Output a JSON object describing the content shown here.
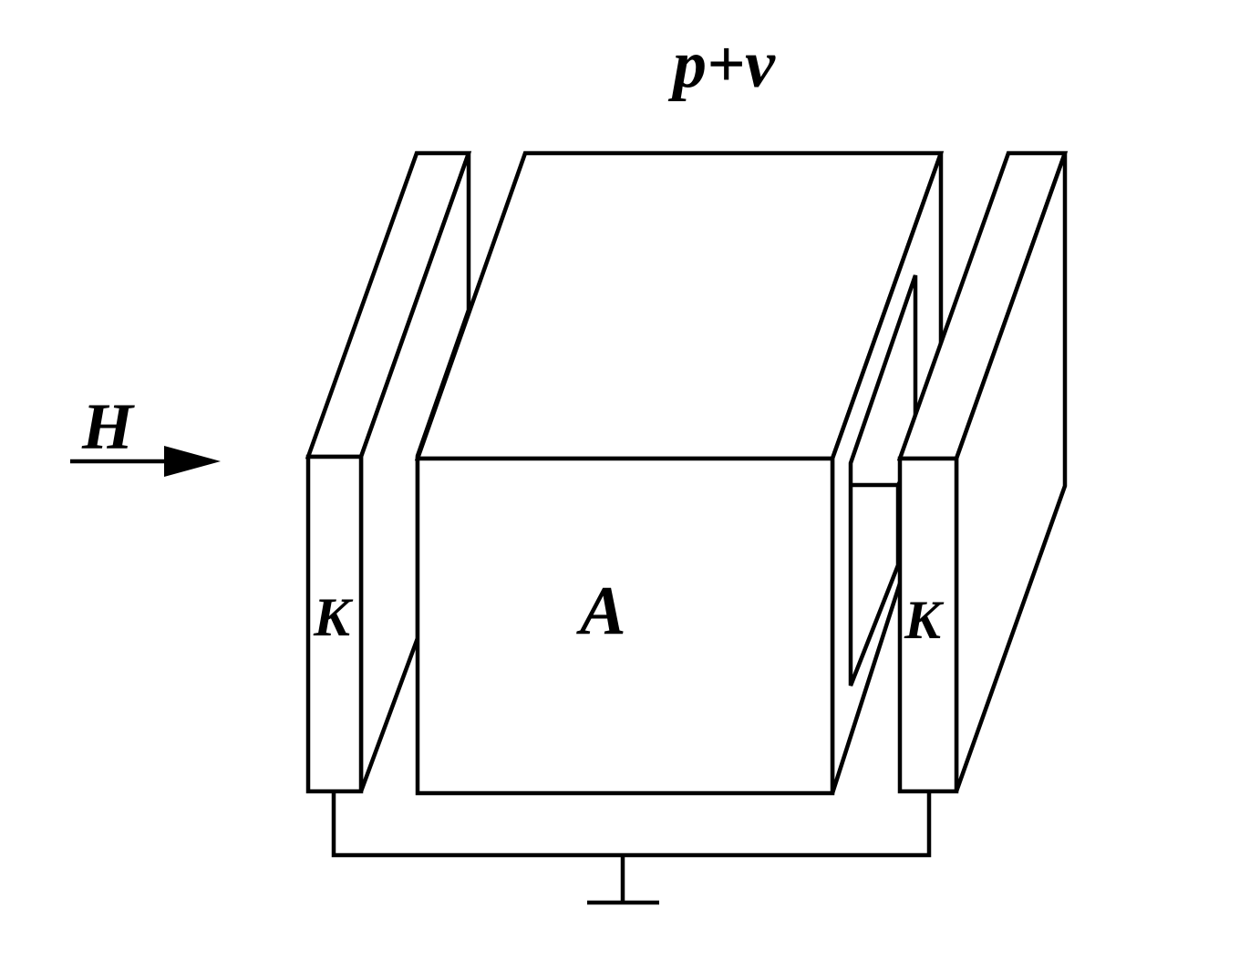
{
  "labels": {
    "top": "p+v",
    "field": "H",
    "anode": "A",
    "cathode_left": "K",
    "cathode_right": "K"
  },
  "colors": {
    "line": "#000000",
    "background": "#ffffff"
  }
}
